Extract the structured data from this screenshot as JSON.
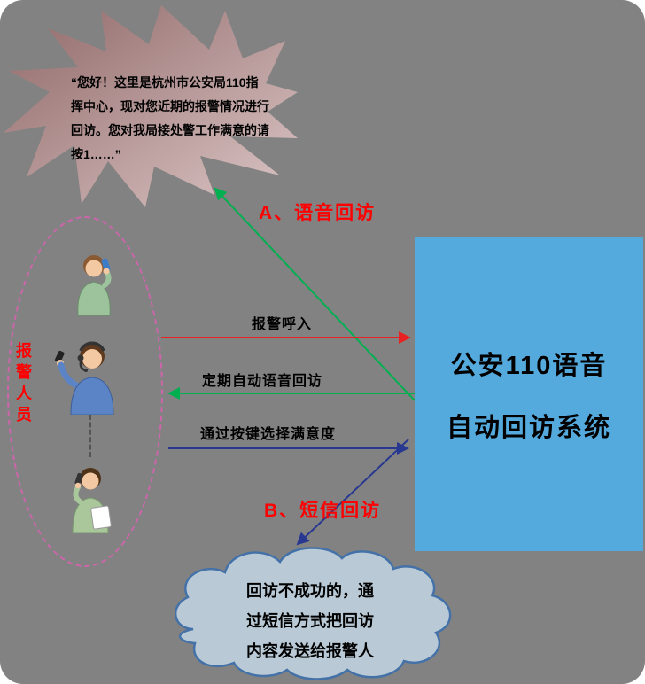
{
  "starburst": {
    "lines": [
      "“您好！这里是杭州市公安局110指",
      "挥中心，现对您近期的报警情况进行",
      "回访。您对我局接处警工作满意的请",
      "按1……”"
    ]
  },
  "callers": {
    "group_label": "报警人员"
  },
  "system_box": {
    "lines": [
      "公安110语音",
      "自动回访系统"
    ]
  },
  "flows": {
    "voice_callback": "A、语音回访",
    "call_in": "报警呼入",
    "periodic_voice": "定期自动语音回访",
    "keypress_satisfaction": "通过按键选择满意度",
    "sms_callback": "B、短信回访"
  },
  "cloud": {
    "lines": [
      "回访不成功的，通",
      "过短信方式把回访",
      "内容发送给报警人"
    ]
  },
  "colors": {
    "background": "#828282",
    "system_box_fill": "#55AADD",
    "starburst_dark": "#906868",
    "starburst_light": "#DCC6C6",
    "ellipse_dash": "#CC66AA",
    "label_red": "#FF0000",
    "arrow_green": "#00B050",
    "arrow_red": "#E82222",
    "arrow_navy": "#283890",
    "cloud_fill": "#B9CAD6",
    "cloud_stroke": "#4472A8"
  }
}
